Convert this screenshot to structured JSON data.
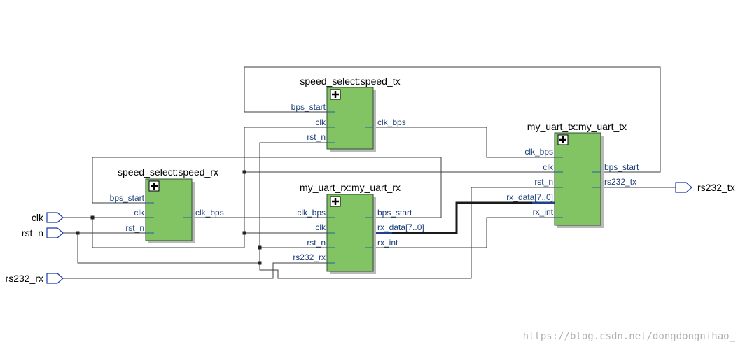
{
  "blocks": {
    "speed_tx": {
      "title": "speed_select:speed_tx",
      "inputs": [
        "bps_start",
        "clk",
        "rst_n"
      ],
      "outputs": [
        "clk_bps"
      ]
    },
    "speed_rx": {
      "title": "speed_select:speed_rx",
      "inputs": [
        "bps_start",
        "clk",
        "rst_n"
      ],
      "outputs": [
        "clk_bps"
      ]
    },
    "uart_rx": {
      "title": "my_uart_rx:my_uart_rx",
      "inputs": [
        "clk_bps",
        "clk",
        "rst_n",
        "rs232_rx"
      ],
      "outputs": [
        "bps_start",
        "rx_data[7..0]",
        "rx_int"
      ]
    },
    "uart_tx": {
      "title": "my_uart_tx:my_uart_tx",
      "inputs": [
        "clk_bps",
        "clk",
        "rst_n",
        "rx_data[7..0]",
        "rx_int"
      ],
      "outputs": [
        "bps_start",
        "rs232_tx"
      ]
    }
  },
  "io": {
    "inputs": [
      "clk",
      "rst_n",
      "rs232_rx"
    ],
    "outputs": [
      "rs232_tx"
    ]
  },
  "watermark": "https://blog.csdn.net/dongdongnihao_",
  "colors": {
    "block": "#82c464",
    "port_text": "#1c3f7a",
    "pin": "#1a3aa6"
  }
}
